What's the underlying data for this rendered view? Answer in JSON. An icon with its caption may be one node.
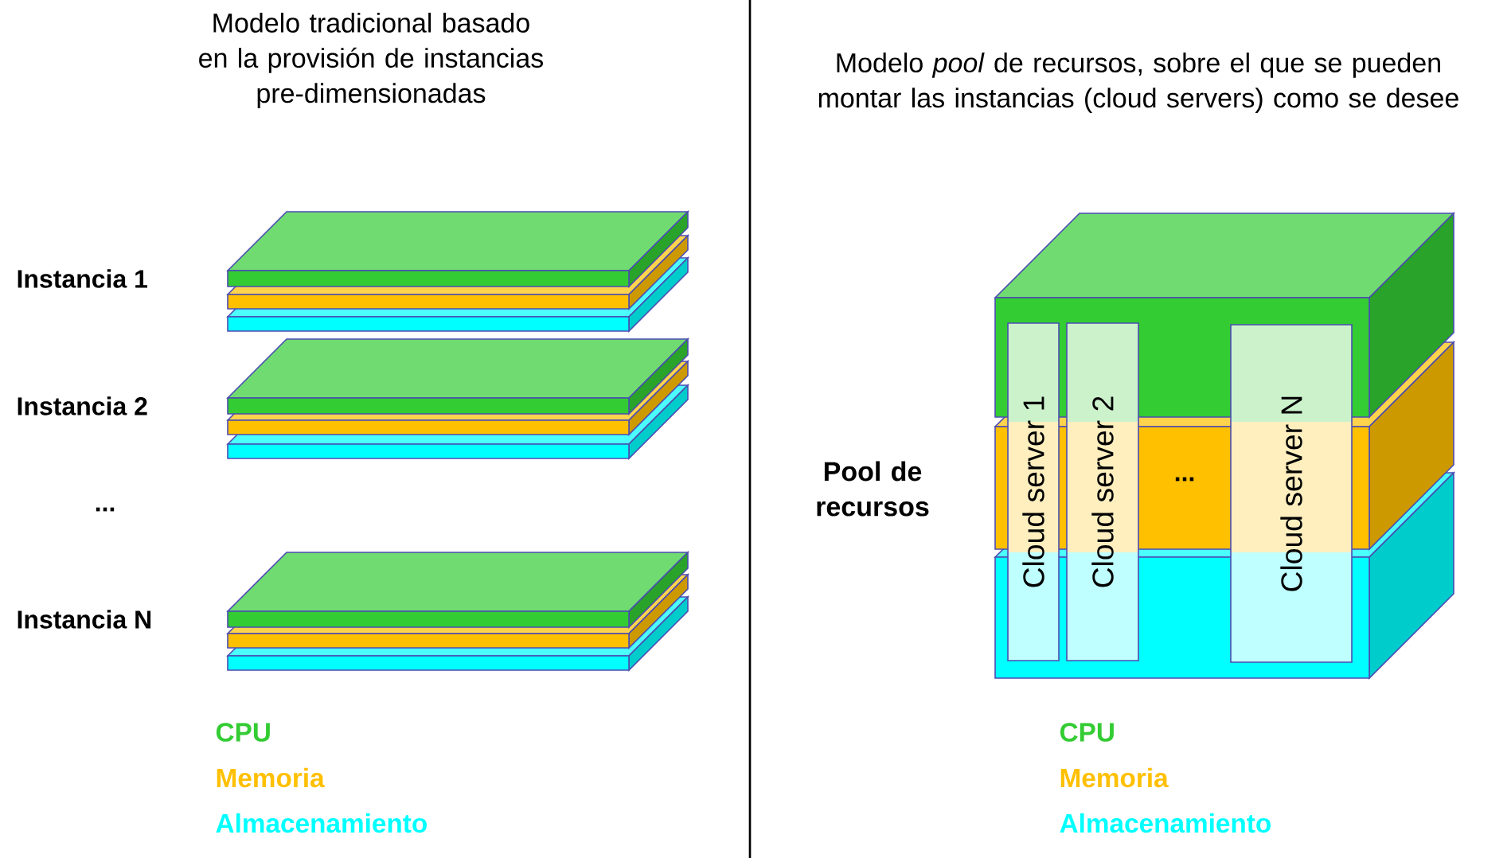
{
  "diagram": {
    "nodes": [
      {
        "text": [
          "Cloud server 1"
        ]
      },
      {
        "text": [
          "Cloud server 2"
        ]
      },
      {
        "text": [
          "Cloud server N"
        ]
      }
    ],
    "labels": [
      "Modelo tradicional basado en la provisión de instancias pre-dimensionadas",
      "Modelo *pool* de recursos, sobre el que se pueden montar las instancias (cloud servers) como se desee",
      "Instancia 1",
      "Instancia 2",
      "...",
      "Instancia N",
      "Pool de recursos",
      "..."
    ],
    "legend": [
      {
        "text": "CPU",
        "color": "#33cc33"
      },
      {
        "text": "Memoria",
        "color": "#ffc000"
      },
      {
        "text": "Almacenamiento",
        "color": "#00ffff"
      },
      {
        "text": "CPU",
        "color": "#33cc33"
      },
      {
        "text": "Memoria",
        "color": "#ffc000"
      },
      {
        "text": "Almacenamiento",
        "color": "#00ffff"
      }
    ]
  }
}
